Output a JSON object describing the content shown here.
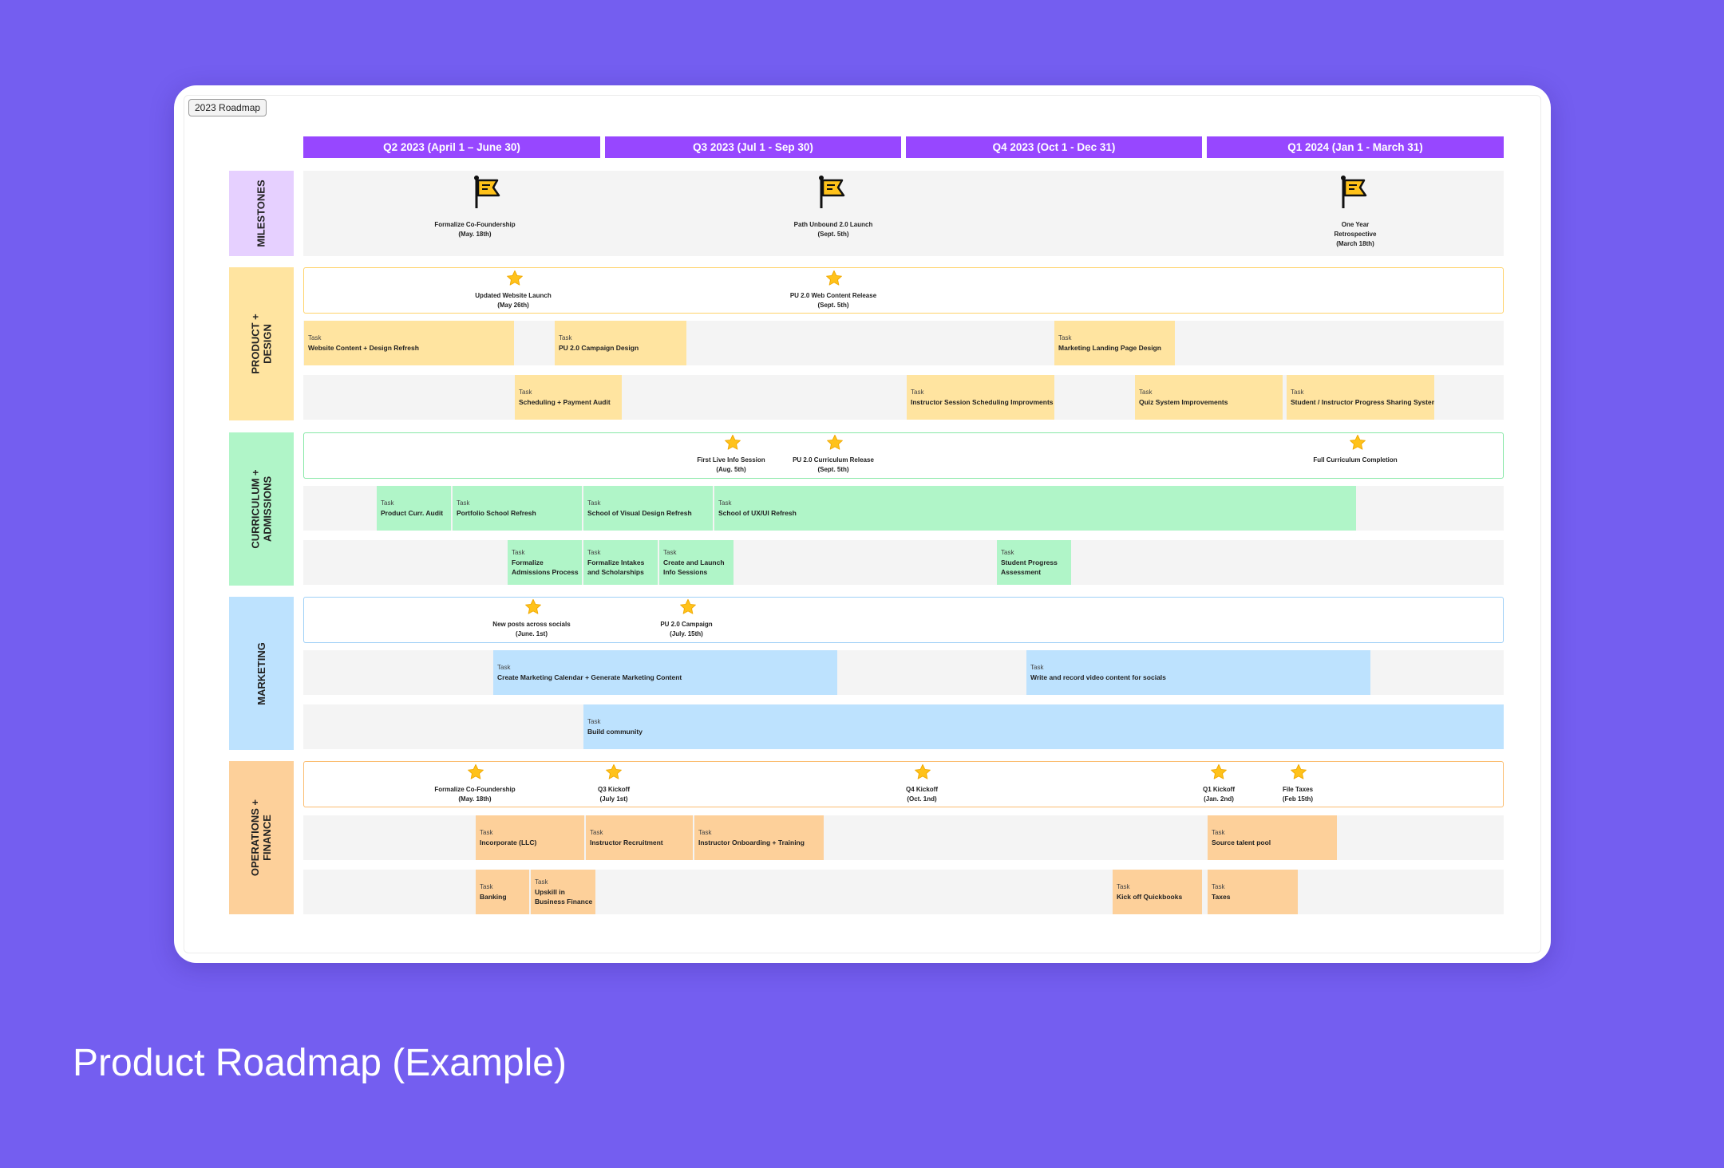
{
  "board_title": "2023 Roadmap",
  "footer_title": "Product Roadmap (Example)",
  "colors": {
    "background": "#745ef0",
    "quarter_header": "#9747ff",
    "milestones": "#e6d0ff",
    "product": "#ffe4a0",
    "curriculum": "#b0f5c8",
    "marketing": "#bde2fe",
    "operations": "#fdd09a",
    "star": "#ffc21a"
  },
  "quarters": [
    {
      "label": "Q2 2023 (April 1 – June 30)"
    },
    {
      "label": "Q3 2023 (Jul 1 - Sep 30)"
    },
    {
      "label": "Q4 2023 (Oct 1 - Dec 31)"
    },
    {
      "label": "Q1 2024 (Jan 1 - March 31)"
    }
  ],
  "lanes": {
    "milestones": "MILESTONES",
    "product": "PRODUCT +\nDESIGN",
    "curriculum": "CURRICULUM +\nADMISSIONS",
    "marketing": "MARKETING",
    "operations": "OPERATIONS +\nFINANCE"
  },
  "task_kind": "Task",
  "milestones": [
    {
      "label": "Formalize Co-Foundership\n(May. 18th)",
      "icon": "flag-icon"
    },
    {
      "label": "Path Unbound 2.0 Launch\n(Sept. 5th)",
      "icon": "flag-icon"
    },
    {
      "label": "One Year\nRetrospective\n(March 18th)",
      "icon": "flag-icon"
    }
  ],
  "product": {
    "stars": [
      {
        "label": "Updated Website Launch\n(May 26th)"
      },
      {
        "label": "PU 2.0 Web Content Release\n(Sept. 5th)"
      }
    ],
    "row1": [
      {
        "title": "Website Content + Design Refresh"
      },
      {
        "title": "PU 2.0 Campaign Design"
      },
      {
        "title": "Marketing Landing Page Design"
      }
    ],
    "row2": [
      {
        "title": "Scheduling + Payment Audit"
      },
      {
        "title": "Instructor Session Scheduling Improvments"
      },
      {
        "title": "Quiz System Improvements"
      },
      {
        "title": "Student / Instructor Progress Sharing System"
      }
    ]
  },
  "curriculum": {
    "stars": [
      {
        "label": "First Live Info Session\n(Aug. 5th)"
      },
      {
        "label": "PU 2.0 Curriculum Release\n(Sept. 5th)"
      },
      {
        "label": "Full Curriculum Completion"
      }
    ],
    "row1": [
      {
        "title": "Product Curr. Audit"
      },
      {
        "title": "Portfolio School Refresh"
      },
      {
        "title": "School of Visual Design Refresh"
      },
      {
        "title": "School of UX/UI Refresh"
      }
    ],
    "row2": [
      {
        "title": "Formalize\nAdmissions Process"
      },
      {
        "title": "Formalize Intakes\nand Scholarships"
      },
      {
        "title": "Create and Launch\nInfo Sessions"
      },
      {
        "title": "Student Progress\nAssessment"
      }
    ]
  },
  "marketing": {
    "stars": [
      {
        "label": "New posts across socials\n(June. 1st)"
      },
      {
        "label": "PU 2.0 Campaign\n(July. 15th)"
      }
    ],
    "row1": [
      {
        "title": "Create Marketing Calendar + Generate Marketing Content"
      },
      {
        "title": "Write and record video content for socials"
      }
    ],
    "row2": [
      {
        "title": "Build community"
      }
    ]
  },
  "operations": {
    "stars": [
      {
        "label": "Formalize Co-Foundership\n(May. 18th)"
      },
      {
        "label": "Q3 Kickoff\n(July 1st)"
      },
      {
        "label": "Q4 Kickoff\n(Oct. 1nd)"
      },
      {
        "label": "Q1 Kickoff\n(Jan. 2nd)"
      },
      {
        "label": "File Taxes\n(Feb 15th)"
      }
    ],
    "row1": [
      {
        "title": "Incorporate (LLC)"
      },
      {
        "title": "Instructor Recruitment"
      },
      {
        "title": "Instructor Onboarding + Training"
      },
      {
        "title": "Source talent pool"
      }
    ],
    "row2": [
      {
        "title": "Banking"
      },
      {
        "title": "Upskill in\nBusiness Finance"
      },
      {
        "title": "Kick off Quickbooks"
      },
      {
        "title": "Taxes"
      }
    ]
  }
}
